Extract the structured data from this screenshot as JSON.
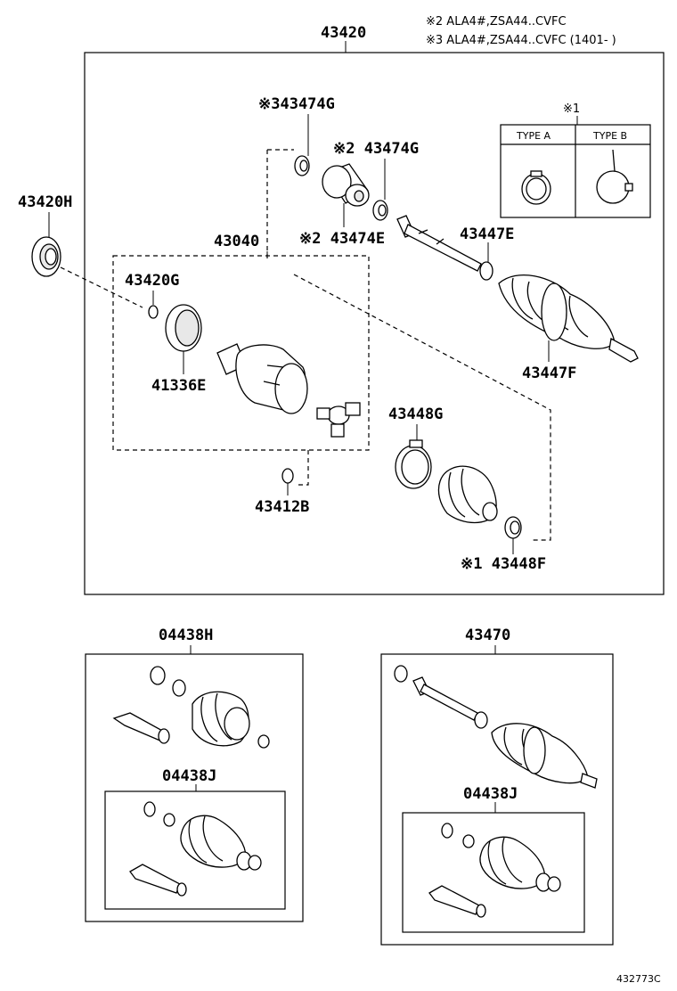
{
  "notes": {
    "note2": "※2 ALA4#,ZSA44..CVFC",
    "note3": "※3 ALA4#,ZSA44..CVFC (1401-    )"
  },
  "labels": {
    "p43420": "43420",
    "p43420H": "43420H",
    "p43474G_3": "※343474G",
    "p43474G_2": "※2 43474G",
    "p43474E": "※2 43474E",
    "p43040": "43040",
    "p43420G": "43420G",
    "p41336E": "41336E",
    "p43447E": "43447E",
    "p43447F": "43447F",
    "p43448G": "43448G",
    "p43412B": "43412B",
    "p43448F": "※1 43448F",
    "p04438H": "04438H",
    "p04438J_left": "04438J",
    "p43470": "43470",
    "p04438J_right": "04438J"
  },
  "type_box": {
    "marker": "※1",
    "type_a": "TYPE A",
    "type_b": "TYPE B"
  },
  "diagram_id": "432773C"
}
